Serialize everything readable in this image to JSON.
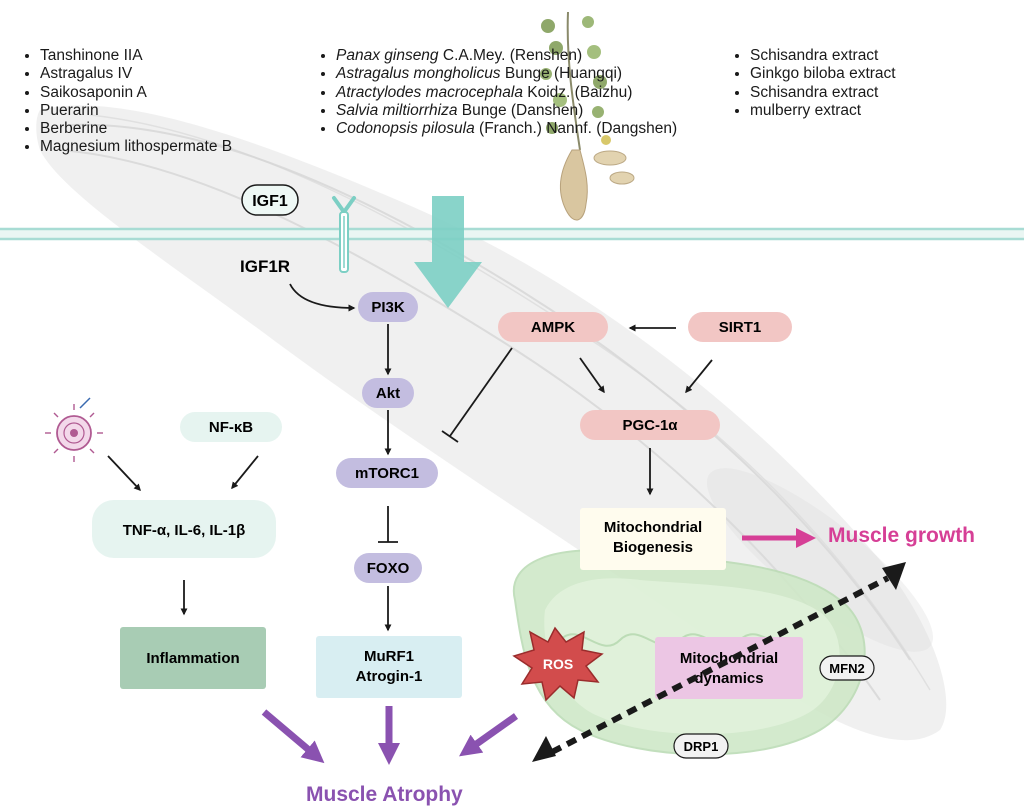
{
  "lists": {
    "compounds": [
      "Tanshinone IIA",
      "Astragalus IV",
      "Saikosaponin A",
      "Puerarin",
      "Berberine",
      "Magnesium lithospermate B"
    ],
    "herbs": [
      {
        "latin": "Panax ginseng",
        "rest": " C.A.Mey. (Renshen)"
      },
      {
        "latin": "Astragalus mongholicus",
        "rest": " Bunge (Huangqi)"
      },
      {
        "latin": "Atractylodes macrocephala",
        "rest": " Koidz. (Baizhu)"
      },
      {
        "latin": "Salvia miltiorrhiza",
        "rest": " Bunge (Danshen)"
      },
      {
        "latin": "Codonopsis pilosula",
        "rest": " (Franch.) Nannf. (Dangshen)"
      }
    ],
    "extracts": [
      "Schisandra extract",
      "Ginkgo biloba extract",
      "Schisandra extract",
      "mulberry extract"
    ]
  },
  "nodes": {
    "igf1": "IGF1",
    "igf1r": "IGF1R",
    "pi3k": "PI3K",
    "akt": "Akt",
    "mtorc1": "mTORC1",
    "foxo": "FOXO",
    "murf1": "MuRF1",
    "atrogin": "Atrogin-1",
    "ampk": "AMPK",
    "sirt1": "SIRT1",
    "pgc1a": "PGC-1α",
    "mito_bio_1": "Mitochondrial",
    "mito_bio_2": "Biogenesis",
    "nfkb": "NF-κB",
    "cytokines": "TNF-α, IL-6, IL-1β",
    "inflammation": "Inflammation",
    "ros": "ROS",
    "mito_dyn_1": "Mitochondrial",
    "mito_dyn_2": "dynamics",
    "mfn2": "MFN2",
    "drp1": "DRP1",
    "muscle_growth": "Muscle growth",
    "muscle_atrophy": "Muscle Atrophy"
  },
  "colors": {
    "membrane": "#a8dcd4",
    "teal_arrow": "#7ccfc4",
    "purple_node": "#c3bde0",
    "pink_node": "#f2c6c4",
    "mint_node": "#e6f4f0",
    "inflammation": "#a8ccb4",
    "murf_box": "#d8eef2",
    "mito_dyn": "#ecc6e4",
    "mito_bio": "#fffcee",
    "mitochondrion": "#cfe8c8",
    "ros": "#d24c4c",
    "growth": "#d63f96",
    "atrophy": "#8a52b0"
  }
}
